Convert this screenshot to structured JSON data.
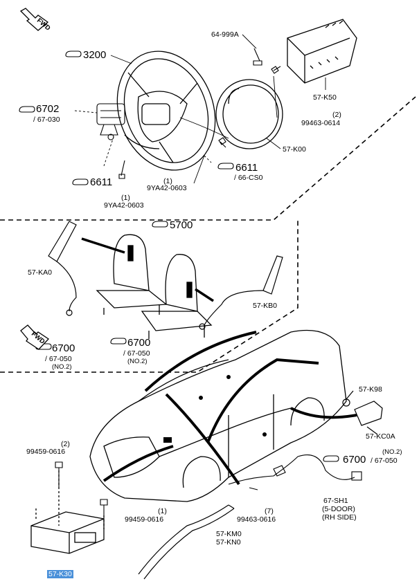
{
  "fwd_label": "FWD",
  "labels": {
    "p3200": "3200",
    "p64999a": "64-999A",
    "p57k50": "57-K50",
    "p6702": "6702",
    "p6702_sub": "/ 67-030",
    "p99463_qty": "(2)",
    "p99463": "99463-0614",
    "p57k00": "57-K00",
    "p6611_left": "6611",
    "p9ya42_qty_a": "(1)",
    "p9ya42_a": "9YA42-0603",
    "p6611_right": "6611",
    "p6611_right_sub": "/ 66-CS0",
    "p9ya42_qty_b": "(1)",
    "p9ya42_b": "9YA42-0603",
    "p5700": "5700",
    "p57ka0": "57-KA0",
    "p57kb0": "57-KB0",
    "p6700_a": "6700",
    "p6700_a_sub": "/ 67-050",
    "p6700_a_note": "(NO.2)",
    "p6700_b": "6700",
    "p6700_b_sub": "/ 67-050",
    "p6700_b_note": "(NO.2)",
    "p57k98": "57-K98",
    "p57kc0a": "57-KC0A",
    "p99459_qty_a": "(2)",
    "p99459_a": "99459-0616",
    "p6700_c": "6700",
    "p6700_c_note": "(NO.2)",
    "p6700_c_sub": "/ 67-050",
    "p99459_qty_b": "(1)",
    "p99459_b": "99459-0616",
    "p99463_qty_b": "(7)",
    "p99463_b": "99463-0616",
    "p57sh1": "67-SH1",
    "p57sh1_note1": "(5-DOOR)",
    "p57sh1_note2": "(RH SIDE)",
    "p57km0": "57-KM0",
    "p57kn0": "57-KN0",
    "p57k30": "57-K30"
  }
}
